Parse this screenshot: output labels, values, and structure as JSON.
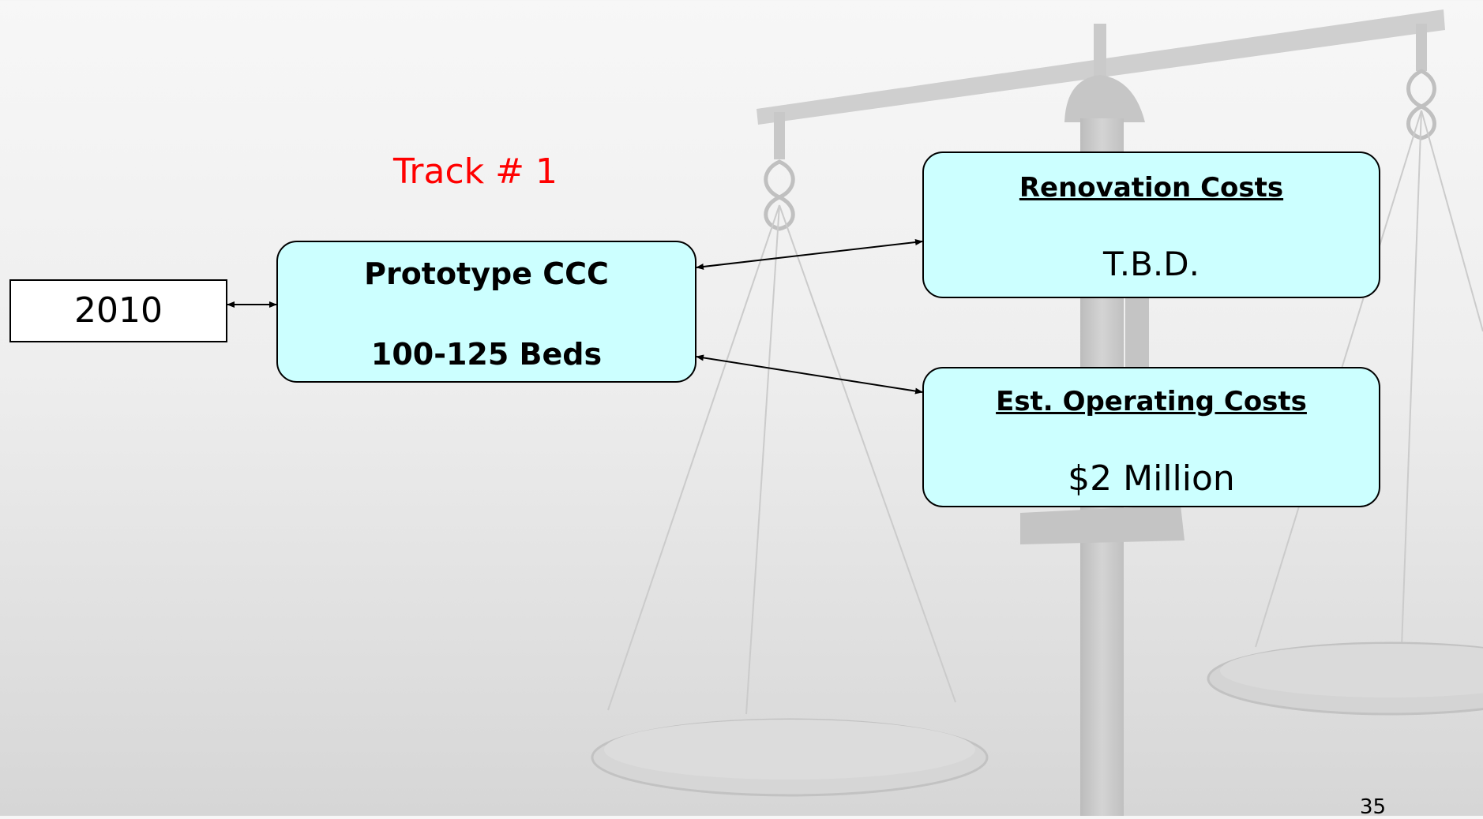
{
  "slide": {
    "track_label": "Track # 1",
    "year_box": "2010",
    "prototype": {
      "title": "Prototype CCC",
      "beds": "100-125 Beds"
    },
    "renovation": {
      "heading": "Renovation Costs",
      "value": "T.B.D."
    },
    "operating": {
      "heading": "Est. Operating Costs",
      "value": "$2 Million"
    },
    "page_number": "35"
  },
  "colors": {
    "box_fill": "#ccffff",
    "track_label": "#ff0000",
    "watermark": "#c8c8c8"
  },
  "watermark_icon": "balance-scale-icon"
}
